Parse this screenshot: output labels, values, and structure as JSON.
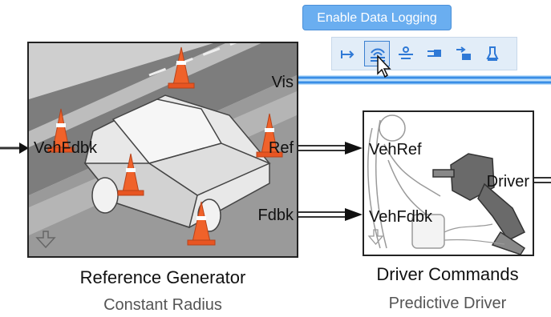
{
  "tooltip": {
    "text": "Enable Data Logging"
  },
  "toolbar": {
    "buttons": [
      {
        "icon": "signal-label-icon"
      },
      {
        "icon": "enable-data-logging-icon",
        "selected": true
      },
      {
        "icon": "signal-tap-icon"
      },
      {
        "icon": "create-bus-icon"
      },
      {
        "icon": "add-to-subsystem-icon"
      },
      {
        "icon": "viewer-icon"
      }
    ]
  },
  "blocks": {
    "reference_generator": {
      "name": "Reference Generator",
      "variant": "Constant Radius",
      "inports": [
        "VehFdbk"
      ],
      "outports": [
        "Vis",
        "Ref",
        "Fdbk"
      ]
    },
    "driver_commands": {
      "name": "Driver Commands",
      "variant": "Predictive Driver",
      "inports": [
        "VehRef",
        "VehFdbk"
      ],
      "outports": [
        "Driver"
      ]
    }
  },
  "colors": {
    "selected_signal": "#3a8ee6",
    "tooltip": "#6aaef0",
    "cone": "#f0622a"
  }
}
